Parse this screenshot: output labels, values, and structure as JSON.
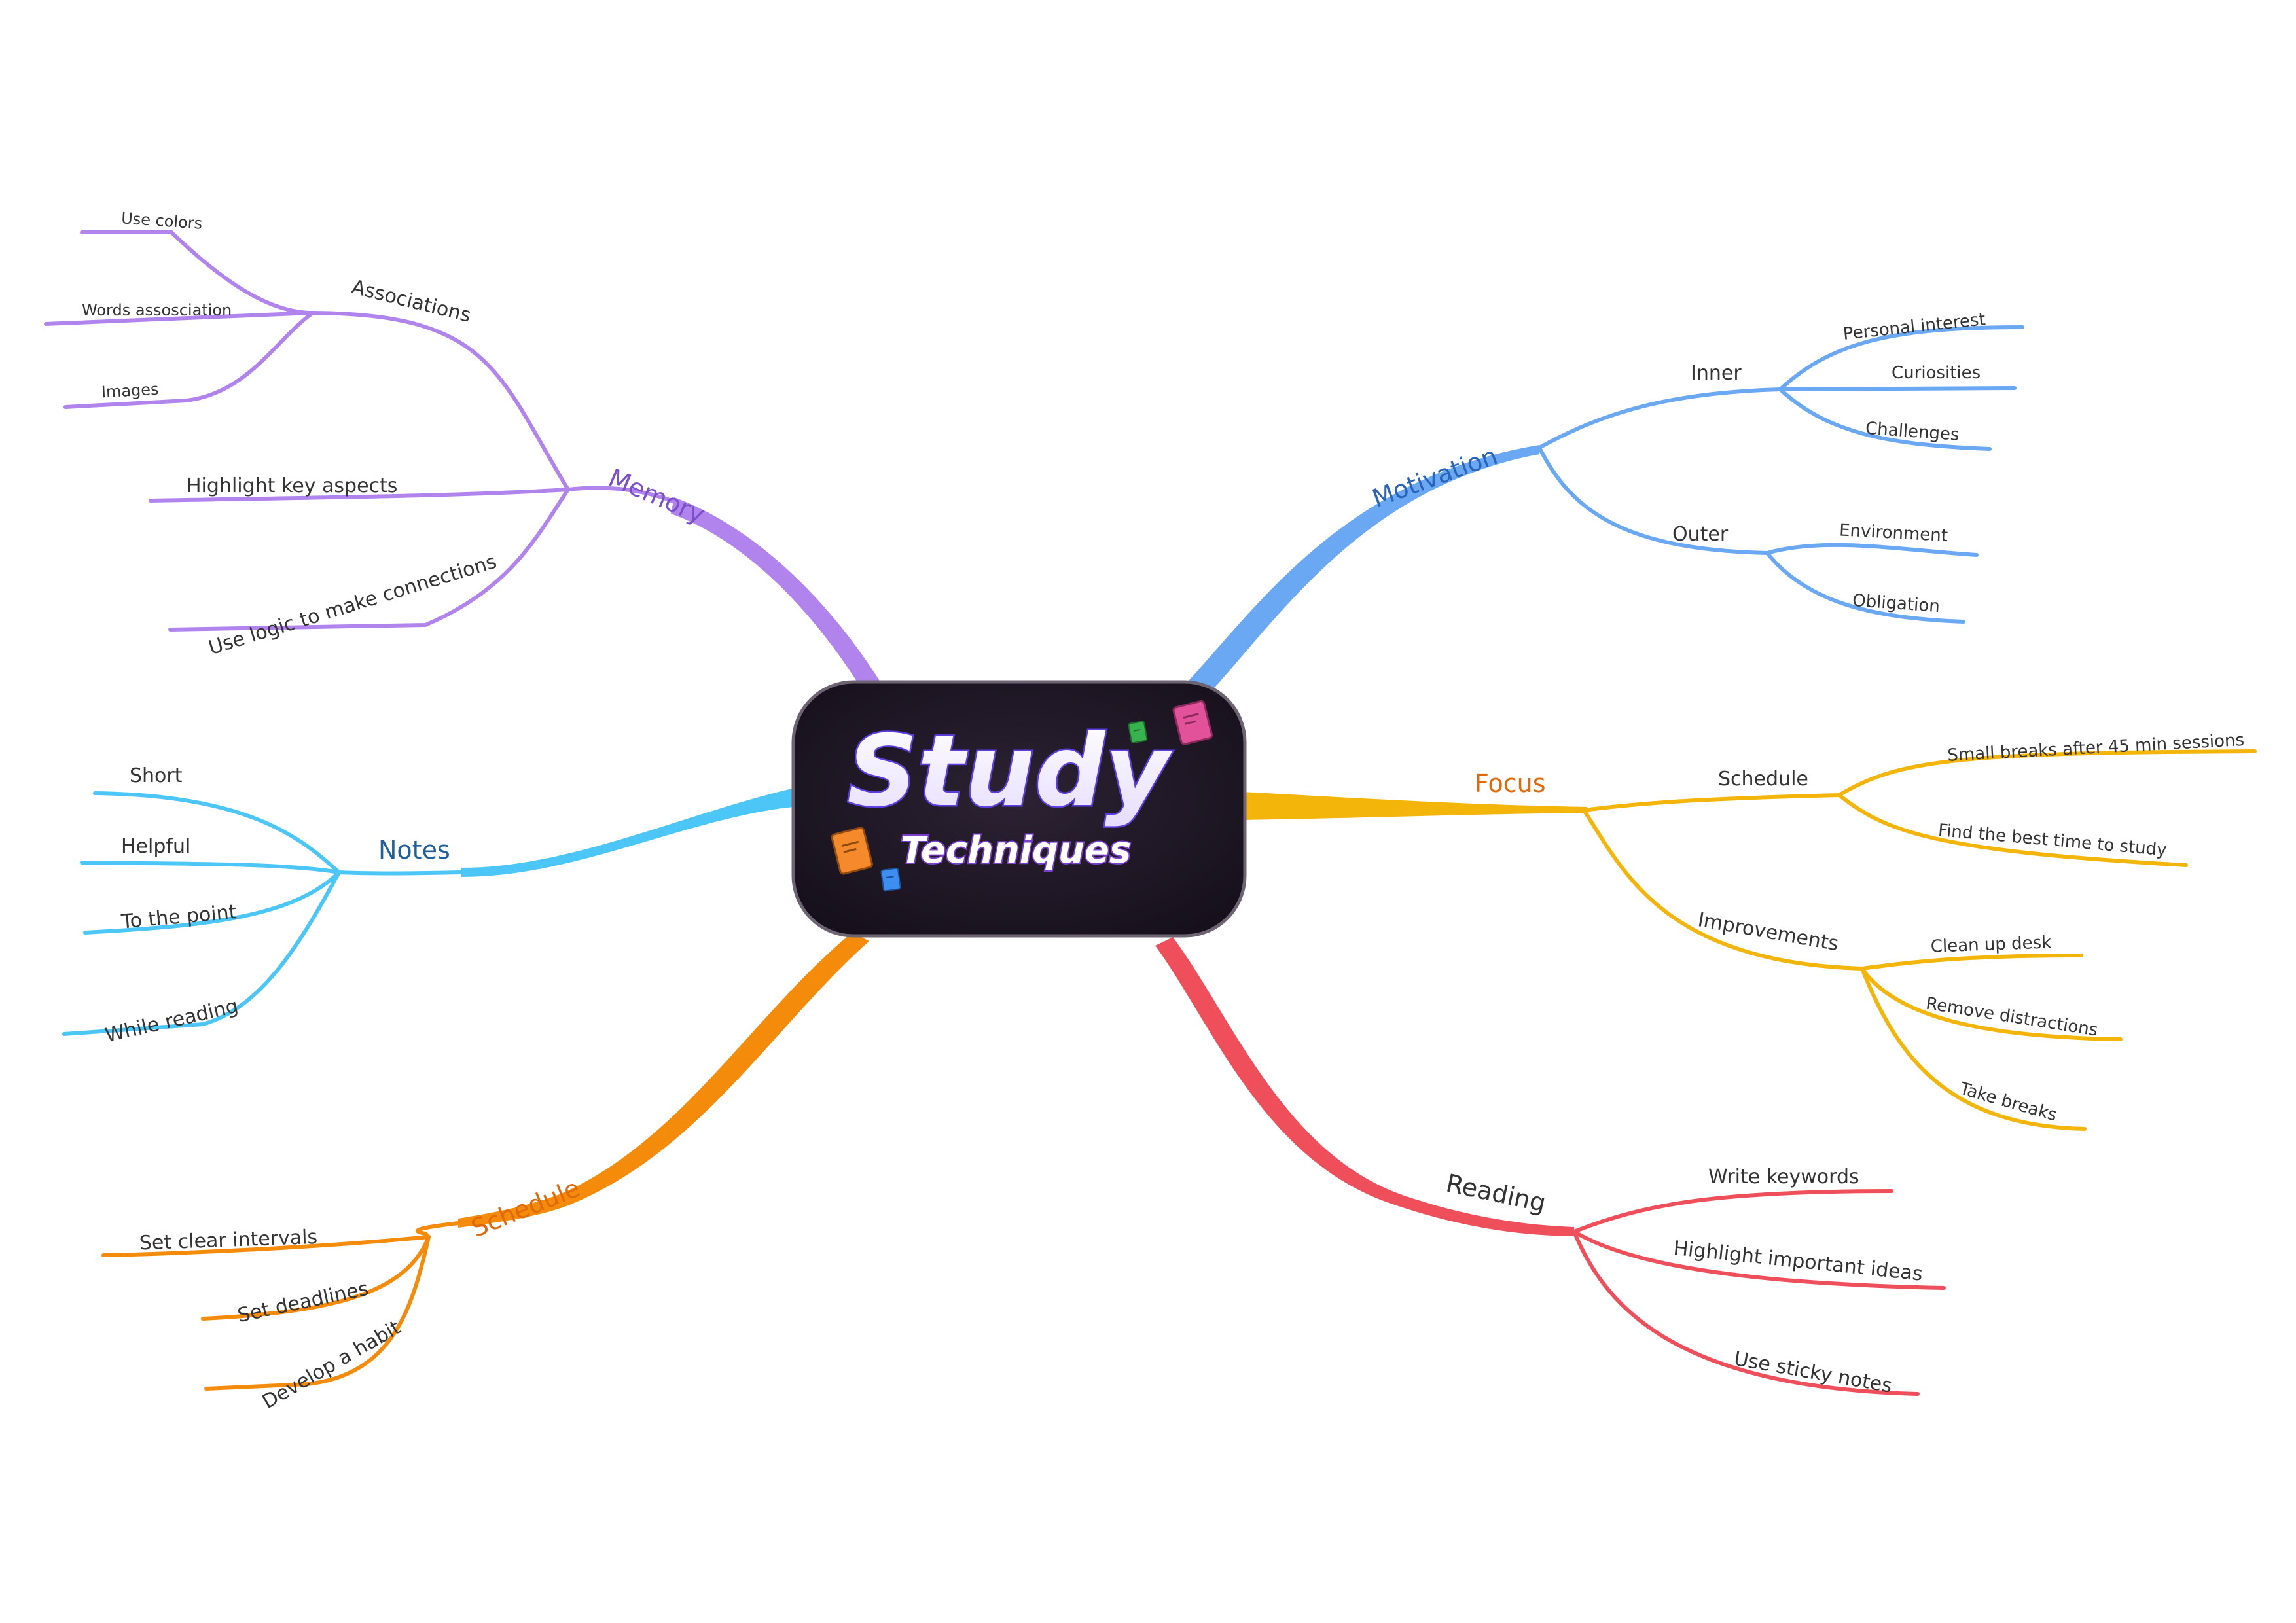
{
  "center": {
    "title": "Study",
    "subtitle": "Techniques"
  },
  "colors": {
    "memory": "#b084ec",
    "motivation": "#6aa8f3",
    "notes": "#4cc6f7",
    "focus": "#f3b50a",
    "schedule": "#f58b0a",
    "reading": "#ef4f5a",
    "center_bg": "#231a2b"
  },
  "branches": {
    "memory": {
      "label": "Memory",
      "associations": {
        "label": "Associations",
        "items": [
          "Use colors",
          "Words assosciation",
          "Images"
        ]
      },
      "highlight": "Highlight key aspects",
      "logic": "Use logic to make connections"
    },
    "motivation": {
      "label": "Motivation",
      "inner": {
        "label": "Inner",
        "items": [
          "Personal interest",
          "Curiosities",
          "Challenges"
        ]
      },
      "outer": {
        "label": "Outer",
        "items": [
          "Environment",
          "Obligation"
        ]
      }
    },
    "notes": {
      "label": "Notes",
      "items": [
        "Short",
        "Helpful",
        "To the point",
        "While reading"
      ]
    },
    "focus": {
      "label": "Focus",
      "schedule": {
        "label": "Schedule",
        "items": [
          "Small breaks after 45 min sessions",
          "Find the best time to study"
        ]
      },
      "improvements": {
        "label": "Improvements",
        "items": [
          "Clean up desk",
          "Remove distractions",
          "Take breaks"
        ]
      }
    },
    "schedule": {
      "label": "Schedule",
      "items": [
        "Set clear intervals",
        "Set deadlines",
        "Develop a habit"
      ]
    },
    "reading": {
      "label": "Reading",
      "items": [
        "Write keywords",
        "Highlight important ideas",
        "Use sticky notes"
      ]
    }
  },
  "icons": [
    "book-icon",
    "notebook-icon"
  ]
}
